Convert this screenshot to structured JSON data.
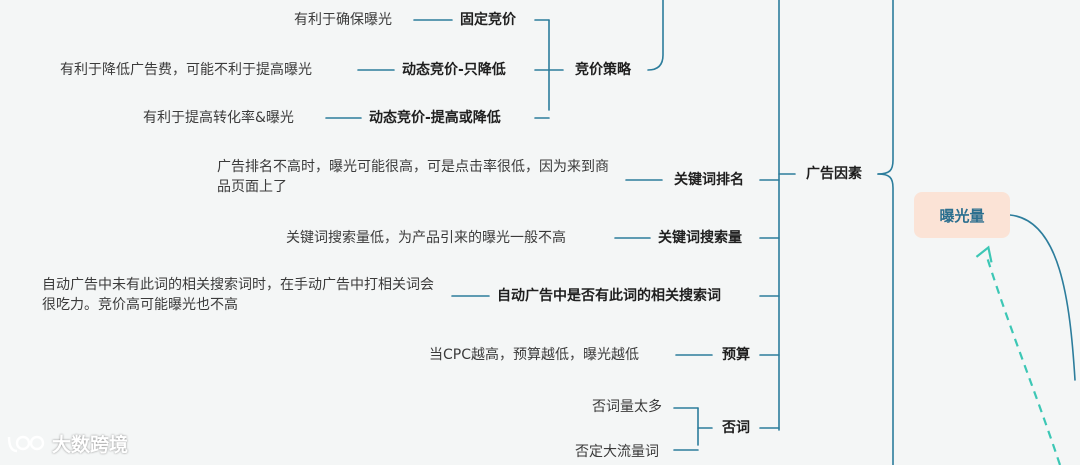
{
  "root": {
    "label": "曝光量"
  },
  "ad_factors": {
    "label": "广告因素"
  },
  "bidding": {
    "label": "竞价策略",
    "items": [
      {
        "label": "固定竞价",
        "note": "有利于确保曝光"
      },
      {
        "label": "动态竞价-只降低",
        "note": "有利于降低广告费，可能不利于提高曝光"
      },
      {
        "label": "动态竞价-提高或降低",
        "note": "有利于提高转化率&曝光"
      }
    ]
  },
  "keyword_rank": {
    "label": "关键词排名",
    "note": "广告排名不高时，曝光可能很高，可是点击率很低，因为来到商品页面上了"
  },
  "keyword_search_volume": {
    "label": "关键词搜索量",
    "note": "关键词搜索量低，为产品引来的曝光一般不高"
  },
  "auto_ad_related": {
    "label": "自动广告中是否有此词的相关搜索词",
    "note": "自动广告中未有此词的相关搜索词时，在手动广告中打相关词会很吃力。竞价高可能曝光也不高"
  },
  "budget": {
    "label": "预算",
    "note": "当CPC越高，预算越低，曝光越低"
  },
  "negative": {
    "label": "否词",
    "items": [
      "否词量太多",
      "否定大流量词"
    ]
  },
  "watermark": {
    "text": "大数跨境"
  },
  "colors": {
    "line": "#2c7d9c",
    "dashed_arrow": "#3cc7b5",
    "root_fill": "#fbe3d6"
  }
}
